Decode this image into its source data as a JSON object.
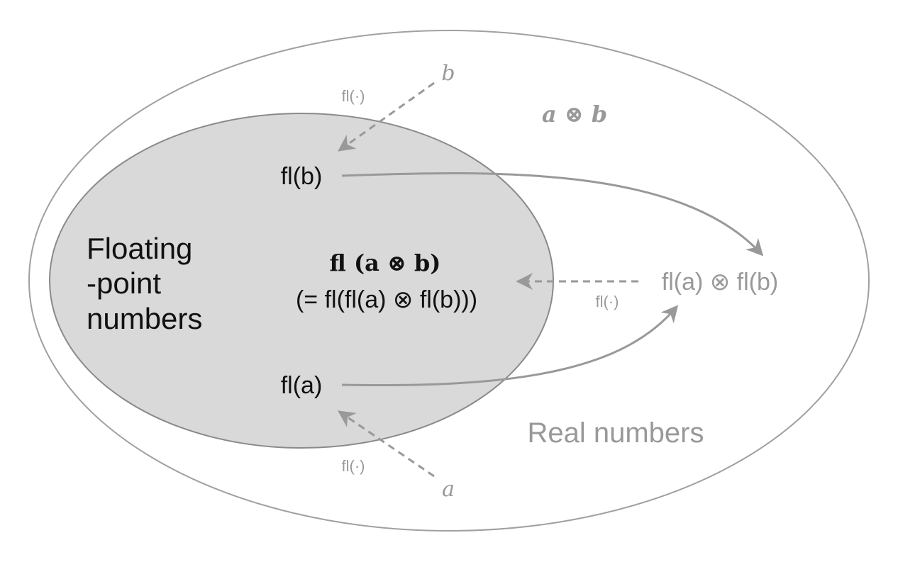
{
  "colors": {
    "outer_stroke": "#a0a0a0",
    "inner_fill": "#d9d9d9",
    "inner_stroke": "#8a8a8a",
    "arrow": "#999999",
    "text_dark": "#111111",
    "text_gray": "#999999"
  },
  "labels": {
    "b": "b",
    "a": "a",
    "fl_op_top": "fl(·)",
    "fl_op_mid": "fl(·)",
    "fl_op_bottom": "fl(·)",
    "a_otimes_b": "a ⊗ b",
    "fl_b": "fl(b)",
    "fl_a": "fl(a)",
    "floating_line1": "Floating",
    "floating_line2": "-point",
    "floating_line3": "numbers",
    "fl_a_otimes_b": "fl (a ⊗ b)",
    "equivalence": "(= fl(fl(a) ⊗ fl(b)))",
    "fl_a_otimes_fl_b": "fl(a) ⊗ fl(b)",
    "real_numbers": "Real numbers"
  }
}
